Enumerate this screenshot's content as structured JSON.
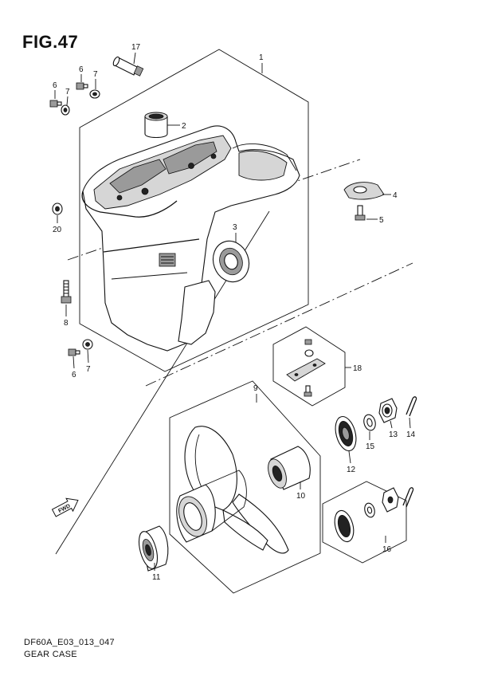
{
  "figure": {
    "title": "FIG.47",
    "model_code": "DF60A_E03_013_047",
    "section_name": "GEAR CASE"
  },
  "fwd_label": "FWD",
  "callouts": [
    "1",
    "2",
    "3",
    "4",
    "5",
    "6",
    "7",
    "6",
    "7",
    "6",
    "7",
    "8",
    "9",
    "10",
    "11",
    "12",
    "13",
    "14",
    "15",
    "16",
    "17",
    "18",
    "20"
  ]
}
